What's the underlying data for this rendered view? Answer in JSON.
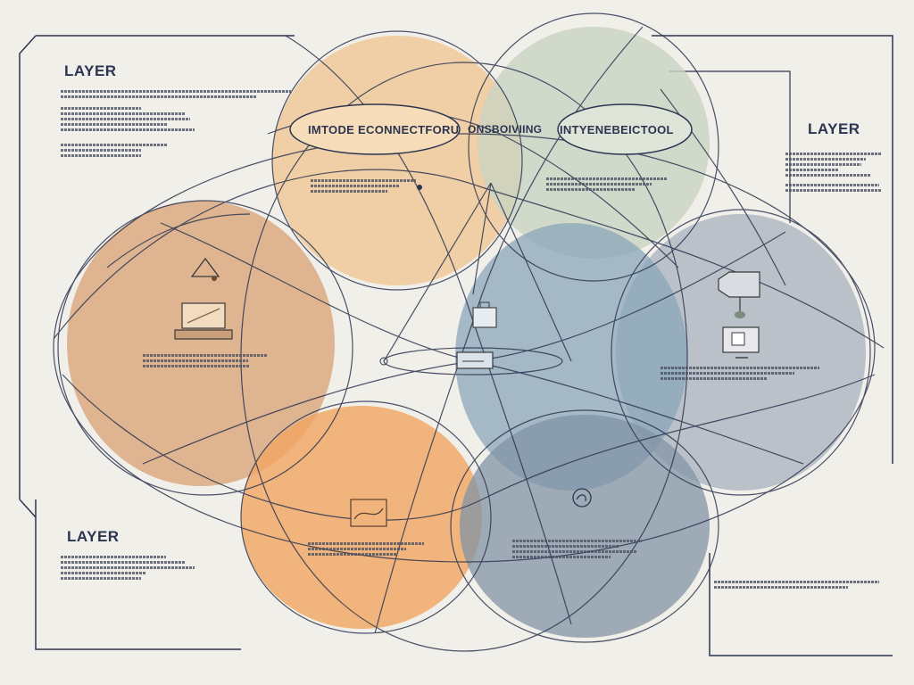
{
  "labels": {
    "layer_left_top": "LAYER",
    "layer_right_top": "LAYER",
    "layer_left_bottom": "LAYER",
    "oval_left": "IMTODE ECONNECTFORU",
    "oval_mid": "ONSBOIVIING",
    "oval_right": "INTYENEBEICTOOL"
  },
  "colors": {
    "background": "#f1efe9",
    "peach": "#f0c99a",
    "sage": "#c9d3c3",
    "tan": "#d9a57a",
    "slate": "#a7b2bd",
    "orange": "#f0a560",
    "steel": "#8294a6",
    "blue": "#8aa6ba",
    "line": "#2c3550"
  },
  "icons": [
    "laptop-icon",
    "tent-icon",
    "monitor-icon",
    "tag-icon",
    "envelope-icon",
    "swirl-icon",
    "card-icon",
    "device-icon"
  ]
}
